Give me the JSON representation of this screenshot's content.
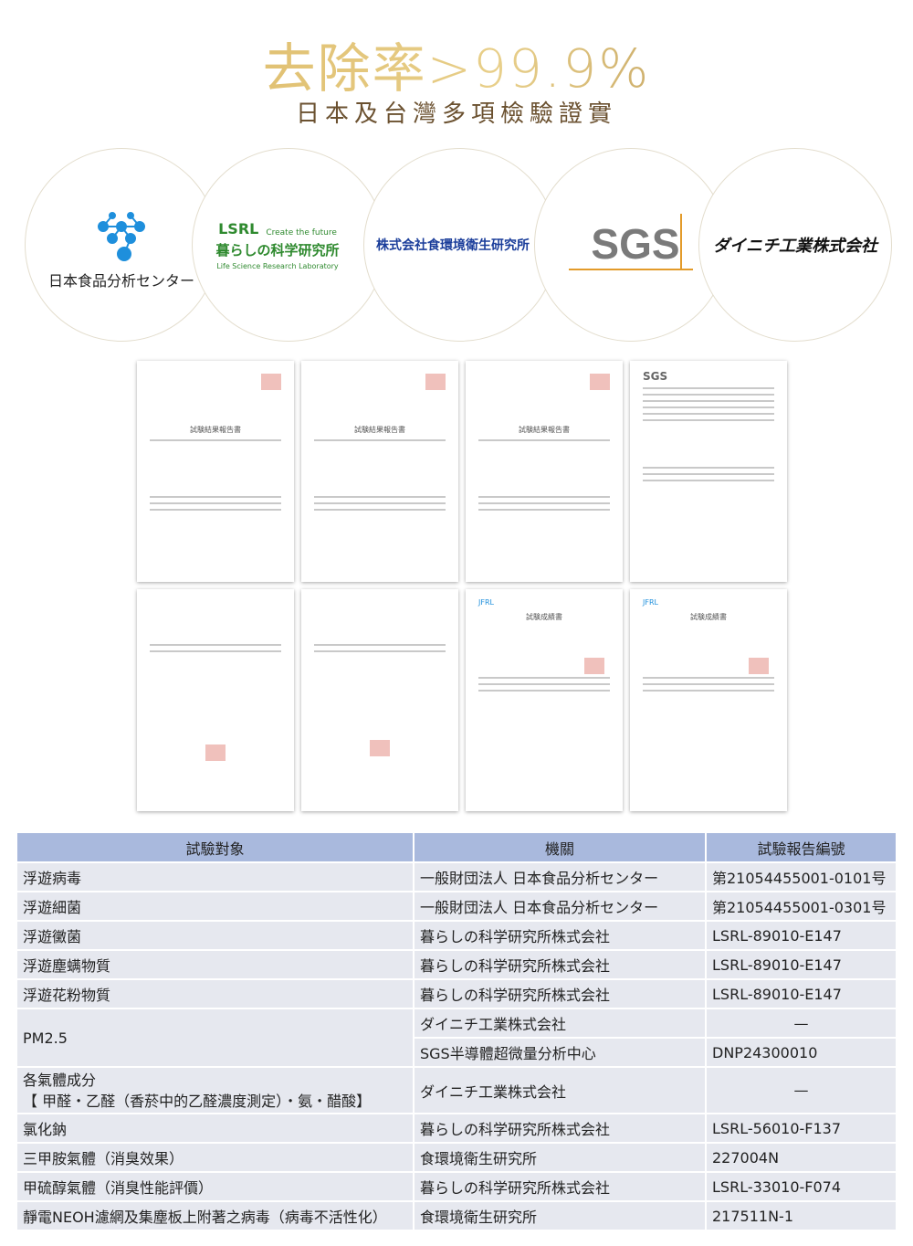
{
  "header": {
    "title": "去除率>99.9%",
    "subtitle": "日本及台灣多項檢驗證實"
  },
  "logos": [
    {
      "name": "日本食品分析センター",
      "icon": "network-molecule-icon",
      "color": "#1e8fdc"
    },
    {
      "name": "暮らしの科学研究所",
      "brand": "LSRL",
      "tagline": "Create the future",
      "sub": "Life Science Research Laboratory",
      "color": "#2f8a2f"
    },
    {
      "name": "株式会社食環境衛生研究所",
      "color": "#1a3d9a"
    },
    {
      "name": "SGS",
      "color": "#7a7a7a",
      "accent": "#e39b2a"
    },
    {
      "name": "ダイニチ工業株式会社",
      "color": "#111111"
    }
  ],
  "documents": [
    {
      "title": "試験結果報告書"
    },
    {
      "title": "試験結果報告書"
    },
    {
      "title": "試験結果報告書"
    },
    {
      "title": "SGS"
    },
    {
      "title": ""
    },
    {
      "title": ""
    },
    {
      "title": "試験成績書",
      "brand": "JFRL"
    },
    {
      "title": "試験成績書",
      "brand": "JFRL"
    }
  ],
  "table": {
    "headers": [
      "試驗對象",
      "機關",
      "試驗報告編號"
    ],
    "rows": [
      [
        "浮遊病毒",
        "一般財団法人 日本食品分析センター",
        "第21054455001-0101号"
      ],
      [
        "浮遊細菌",
        "一般財団法人 日本食品分析センター",
        "第21054455001-0301号"
      ],
      [
        "浮遊黴菌",
        "暮らしの科学研究所株式会社",
        "LSRL-89010-E147"
      ],
      [
        "浮遊塵螨物質",
        "暮らしの科学研究所株式会社",
        "LSRL-89010-E147"
      ],
      [
        "浮遊花粉物質",
        "暮らしの科学研究所株式会社",
        "LSRL-89010-E147"
      ]
    ],
    "pm25": {
      "subject": "PM2.5",
      "rows": [
        [
          "ダイニチ工業株式会社",
          "—"
        ],
        [
          "SGS半導體超微量分析中心",
          "DNP24300010"
        ]
      ]
    },
    "gas": {
      "subject_line1": "各氣體成分",
      "subject_line2": "【 甲醛・乙醛（香菸中的乙醛濃度測定）・氨・醋酸】",
      "org": "ダイニチ工業株式会社",
      "report": "—"
    },
    "rows2": [
      [
        "氯化鈉",
        "暮らしの科学研究所株式会社",
        "LSRL-56010-F137"
      ],
      [
        "三甲胺氣體（消臭效果）",
        "食環境衛生研究所",
        "227004N"
      ],
      [
        "甲硫醇氣體（消臭性能評價）",
        "暮らしの科学研究所株式会社",
        "LSRL-33010-F074"
      ],
      [
        "靜電NEOH濾網及集塵板上附著之病毒（病毒不活性化）",
        "食環境衛生研究所",
        "217511N-1"
      ]
    ]
  }
}
